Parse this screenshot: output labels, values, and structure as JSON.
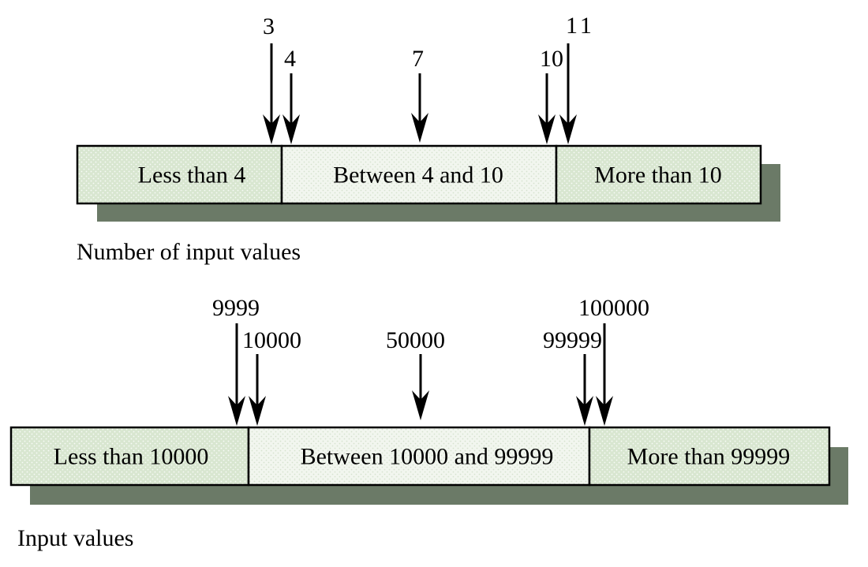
{
  "colors": {
    "shadow": "#6b7a67",
    "outer_fill": "#dce8d4",
    "middle_fill": "#edf3e8",
    "stroke": "#000000"
  },
  "diagrams": [
    {
      "caption": "Number of input values",
      "segments": [
        {
          "label": "Less than 4"
        },
        {
          "label": "Between 4 and 10"
        },
        {
          "label": "More than 10"
        }
      ],
      "markers": [
        {
          "value": "3"
        },
        {
          "value": "4"
        },
        {
          "value": "7"
        },
        {
          "value": "10"
        },
        {
          "value": "11"
        }
      ]
    },
    {
      "caption": "Input values",
      "segments": [
        {
          "label": "Less than 10000"
        },
        {
          "label": "Between 10000 and 99999"
        },
        {
          "label": "More than 99999"
        }
      ],
      "markers": [
        {
          "value": "9999"
        },
        {
          "value": "10000"
        },
        {
          "value": "50000"
        },
        {
          "value": "99999"
        },
        {
          "value": "100000"
        }
      ]
    }
  ]
}
